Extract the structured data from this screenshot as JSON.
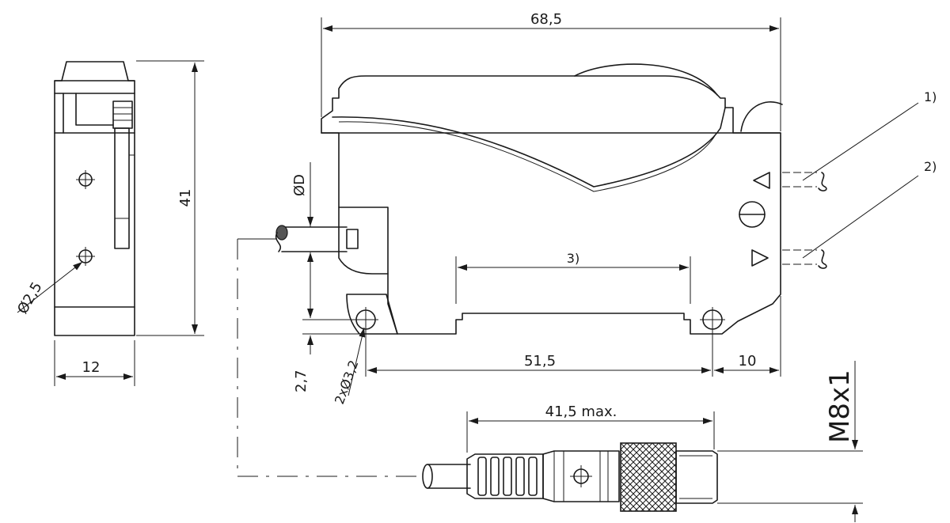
{
  "drawing": {
    "dimensions": {
      "overall_length": "68,5",
      "height": "41",
      "width": "12",
      "hole_spacing": "51,5",
      "front_offset": "10",
      "connector_length": "41,5 max.",
      "rail_note": "3)",
      "cable_diameter": "ØD",
      "small_hole": "Ø2,5",
      "mount_holes": "2xØ3,2",
      "hole_offset": "2,7",
      "thread": "M8x1"
    },
    "callouts": {
      "fiber_1": "1)",
      "fiber_2": "2)"
    }
  }
}
